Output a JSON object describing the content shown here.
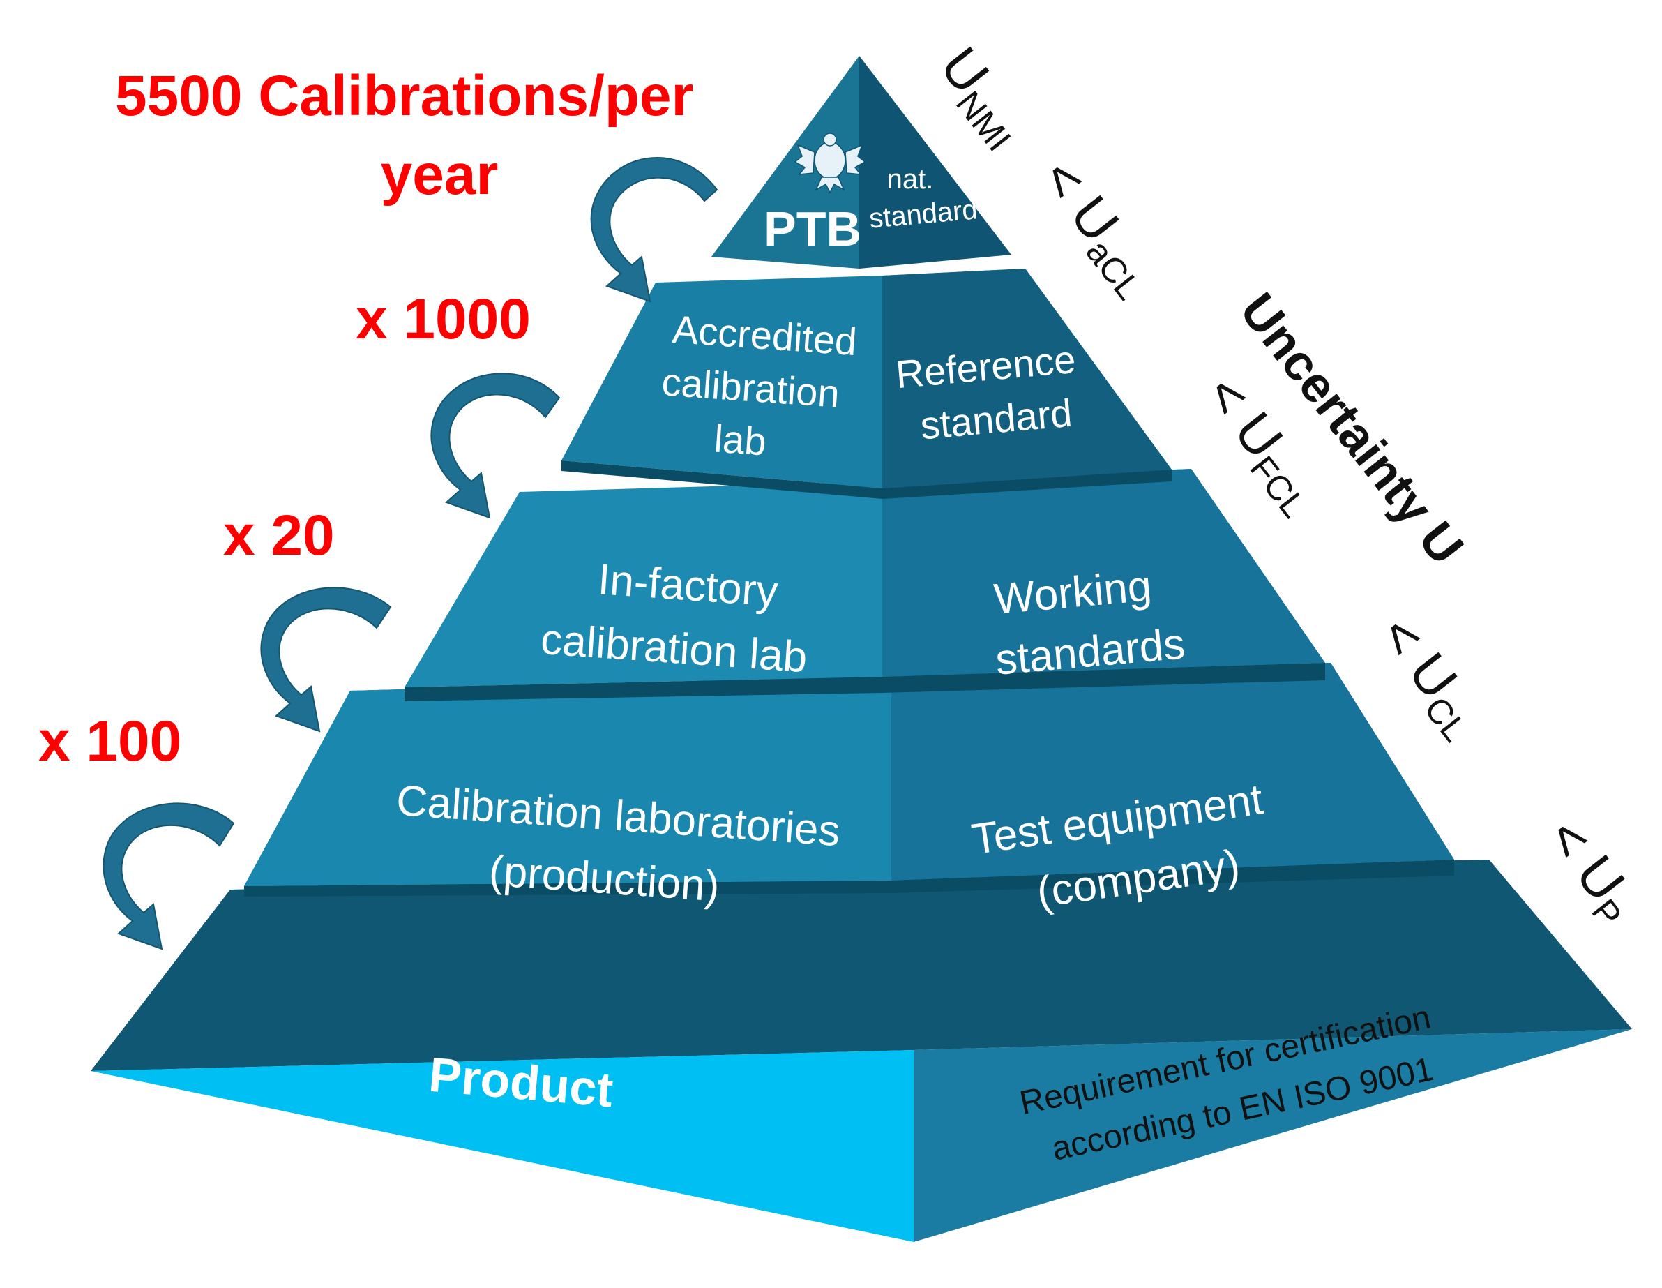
{
  "annotations": {
    "calibrations_line1": "5500 Calibrations/per",
    "calibrations_line2": "year",
    "multiplier_1000": "x 1000",
    "multiplier_20": "x 20",
    "multiplier_100": "x 100"
  },
  "levels": {
    "ptb": {
      "name": "PTB",
      "right_line1": "nat.",
      "right_line2": "standard"
    },
    "accredited": {
      "left_line1": "Accredited",
      "left_line2": "calibration",
      "left_line3": "lab",
      "right_line1": "Reference",
      "right_line2": "standard"
    },
    "infactory": {
      "left_line1": "In-factory",
      "left_line2": "calibration  lab",
      "right_line1": "Working",
      "right_line2": "standards"
    },
    "production": {
      "left_line1": "Calibration  laboratories",
      "left_line2": "(production)",
      "right_line1": "Test equipment",
      "right_line2": "(company)"
    },
    "product": {
      "left": "Product",
      "right_line1": "Requirement for certification",
      "right_line2": "according to EN ISO 9001"
    }
  },
  "uncertainty": {
    "axis_label": "Uncertainty U",
    "u_nmi": {
      "prefix": "",
      "base": "U",
      "sub": "NMI"
    },
    "u_acl": {
      "prefix": "< ",
      "base": "U",
      "sub": "aCL"
    },
    "u_fcl": {
      "prefix": "< ",
      "base": "U",
      "sub": "FCL"
    },
    "u_cl": {
      "prefix": "< ",
      "base": "U",
      "sub": "CL"
    },
    "u_p": {
      "prefix": "< ",
      "base": "U",
      "sub": "P"
    }
  },
  "colors": {
    "annotation_red": "#ff0000",
    "tier_dark": "#115f7d",
    "tier_mid": "#1a7fa4",
    "tier_light": "#2598c0",
    "base_light": "#00bcf0",
    "base_dark": "#1b7ea3"
  },
  "icons": [
    "eagle-emblem-icon",
    "curved-arrow-icon"
  ]
}
